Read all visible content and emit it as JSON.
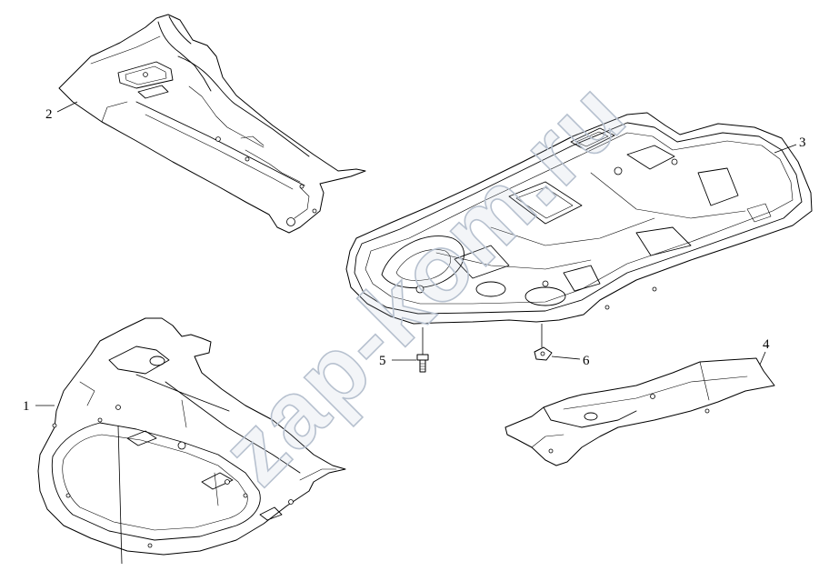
{
  "callouts": [
    {
      "label": "1"
    },
    {
      "label": "2"
    },
    {
      "label": "3"
    },
    {
      "label": "4"
    },
    {
      "label": "5"
    },
    {
      "label": "6"
    }
  ],
  "watermark": "zap-kom.ru",
  "colors": {
    "background": "#ffffff",
    "line": "#000000",
    "watermark": "#b7c1cf"
  }
}
